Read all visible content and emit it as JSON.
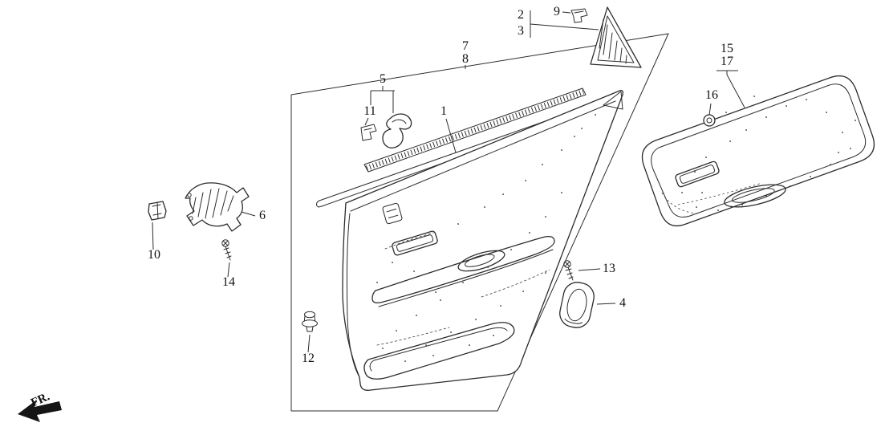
{
  "colors": {
    "ink": "#2c2c2c",
    "paper": "#ffffff"
  },
  "diagram": {
    "fr": {
      "label": "FR."
    },
    "parts": {
      "n1": {
        "label": "1"
      },
      "n2": {
        "label": "2"
      },
      "n3": {
        "label": "3"
      },
      "n4": {
        "label": "4"
      },
      "n5": {
        "label": "5"
      },
      "n6": {
        "label": "6"
      },
      "n7": {
        "label": "7"
      },
      "n8": {
        "label": "8"
      },
      "n9": {
        "label": "9"
      },
      "n10": {
        "label": "10"
      },
      "n11": {
        "label": "11"
      },
      "n12": {
        "label": "12"
      },
      "n13": {
        "label": "13"
      },
      "n14": {
        "label": "14"
      },
      "n15": {
        "label": "15"
      },
      "n16": {
        "label": "16"
      },
      "n17": {
        "label": "17"
      }
    }
  }
}
